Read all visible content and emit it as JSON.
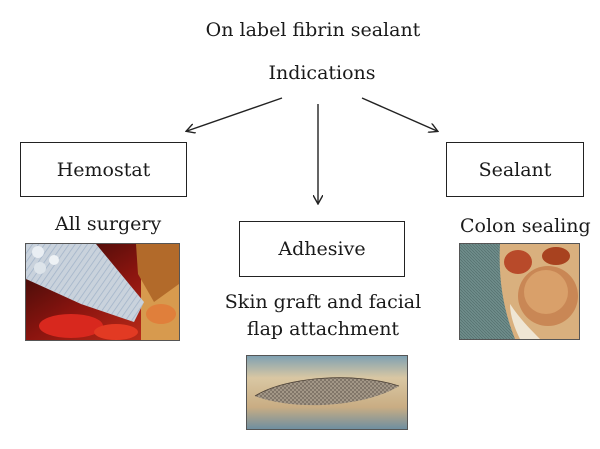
{
  "title": "On label fibrin sealant",
  "subtitle": "Indications",
  "boxes": {
    "hemostat": "Hemostat",
    "adhesive": "Adhesive",
    "sealant": "Sealant"
  },
  "captions": {
    "hemostat": "All surgery",
    "adhesive_line1": "Skin graft and facial",
    "adhesive_line2": "flap attachment",
    "sealant": "Colon sealing"
  },
  "icons": [
    "arrow-left-icon",
    "arrow-down-icon",
    "arrow-right-icon"
  ],
  "colors": {
    "line": "#222222",
    "text": "#1a1a1a"
  }
}
